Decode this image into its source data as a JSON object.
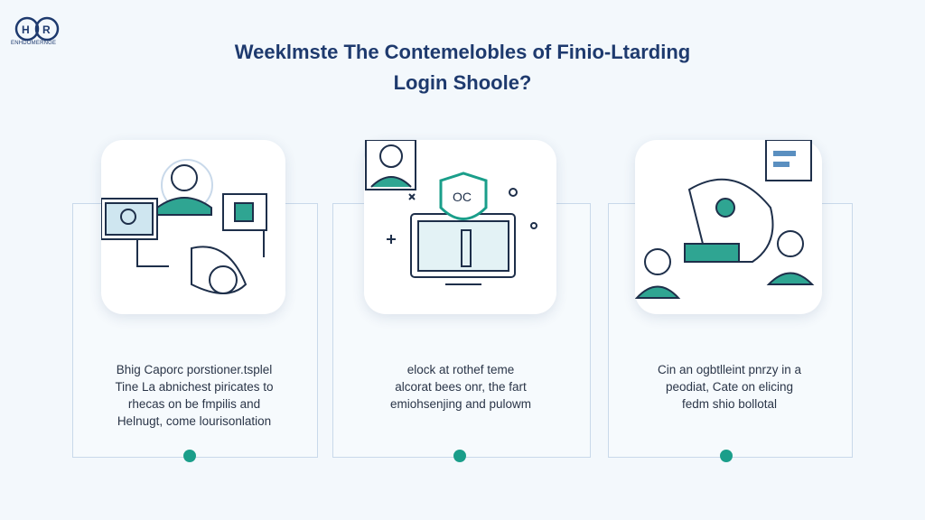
{
  "logo": {
    "letters": "H R",
    "caption": "ENHDOMERNGE"
  },
  "title": {
    "line1": "Weeklmste The Contemelobles of Finio-Ltarding",
    "line2": "Login Shoole?"
  },
  "cards": [
    {
      "lines": [
        "Bhig Caporc porstioner.tsplel",
        "Tine La abnichest piricates to",
        "rhecas on be fmpilis and",
        "Helnugt, come lourisonlation"
      ]
    },
    {
      "lines": [
        "elock at rothef teme",
        "alcorat bees onr, the fart",
        "emiohsenjing and pulowm"
      ]
    },
    {
      "lines": [
        "Cin an ogbtlleint pnrzy in a",
        "peodiat, Cate on elicing",
        "fedm shio bollotal"
      ]
    }
  ],
  "colors": {
    "accent": "#1a9e8a",
    "title": "#1e3a6e"
  }
}
